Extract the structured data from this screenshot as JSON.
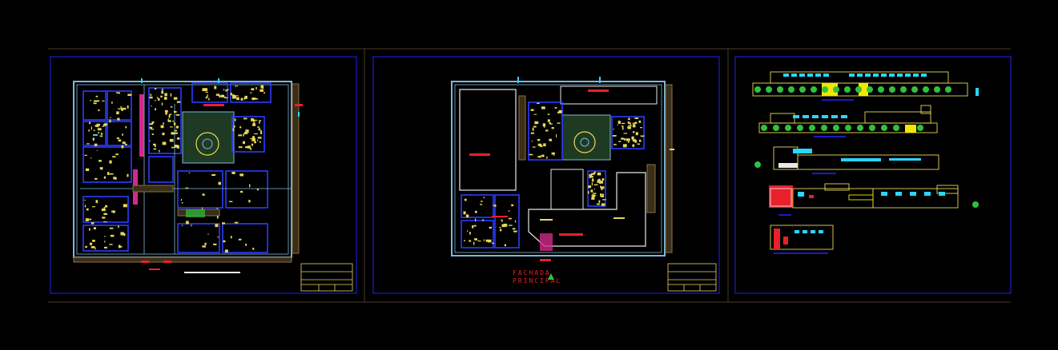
{
  "drawing": {
    "background": "#000000",
    "colors": {
      "frame_outer": "#3a3a3a",
      "frame_inner": "#1a1acc",
      "wall": "#7fb8d8",
      "room": "#2a3cff",
      "furniture": "#e8d85a",
      "accent_red": "#e8202a",
      "accent_green": "#2fc23a",
      "accent_cyan": "#2ad5ff",
      "accent_magenta": "#d02a8a",
      "planter": "#8a7040",
      "elevation_yellow": "#f2e800"
    },
    "sheets": [
      {
        "id": "sheet-1",
        "content": "plan-first-floor"
      },
      {
        "id": "sheet-2",
        "content": "plan-second-floor"
      },
      {
        "id": "sheet-3",
        "content": "elevations"
      }
    ],
    "sheet2_label": {
      "line1": "FACHADA",
      "line2": "PRINCIPAL"
    }
  }
}
